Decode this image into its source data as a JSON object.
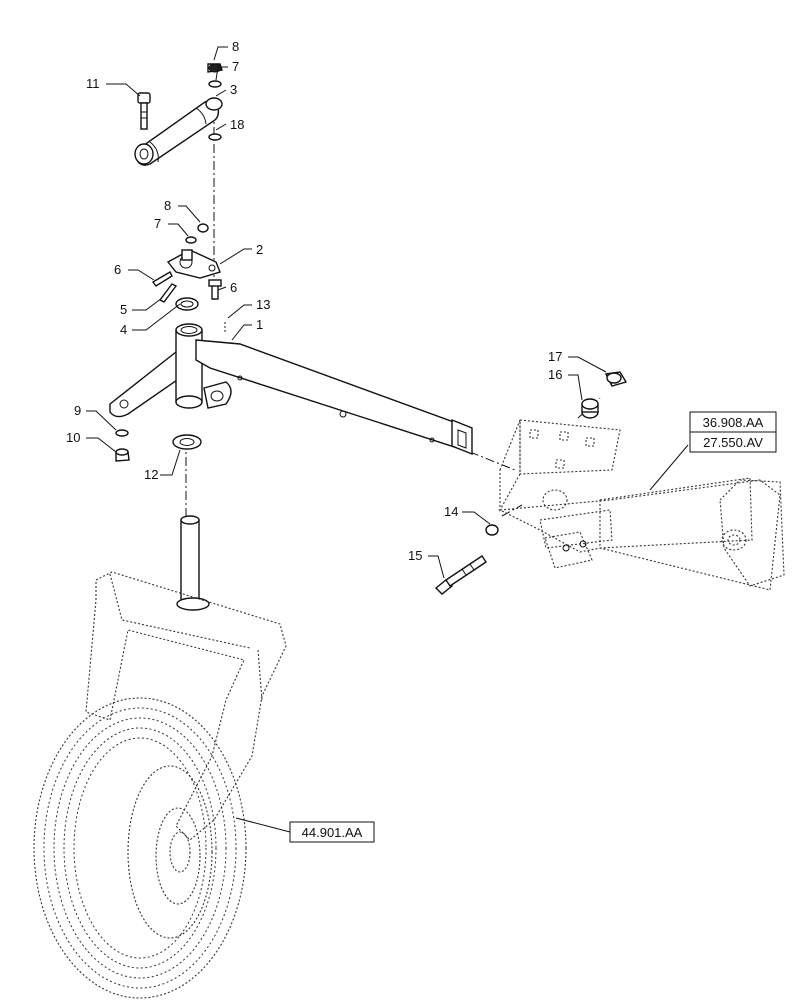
{
  "callouts": {
    "c1": "1",
    "c2": "2",
    "c3": "3",
    "c4": "4",
    "c5": "5",
    "c6a": "6",
    "c6b": "6",
    "c7a": "7",
    "c7b": "7",
    "c8a": "8",
    "c8b": "8",
    "c9": "9",
    "c10": "10",
    "c11": "11",
    "c12": "12",
    "c13": "13",
    "c14": "14",
    "c15": "15",
    "c16": "16",
    "c17": "17",
    "c18": "18"
  },
  "references": {
    "ref_a": "36.908.AA",
    "ref_b": "27.550.AV",
    "ref_c": "44.901.AA"
  }
}
